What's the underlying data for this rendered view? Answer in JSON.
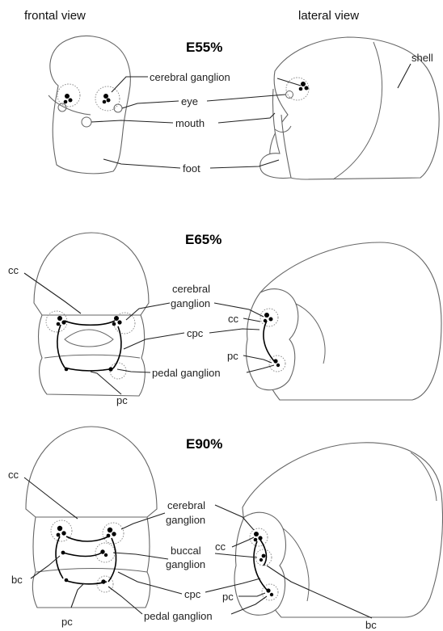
{
  "headers": {
    "frontal": "frontal view",
    "lateral": "lateral view"
  },
  "stages": [
    {
      "id": "E55%",
      "labels": {
        "cerebral_ganglion": "cerebral ganglion",
        "eye": "eye",
        "mouth": "mouth",
        "foot": "foot",
        "shell": "shell"
      }
    },
    {
      "id": "E65%",
      "labels": {
        "cc": "cc",
        "cerebral_ganglion_1": "cerebral",
        "cerebral_ganglion_2": "ganglion",
        "cpc": "cpc",
        "pedal_ganglion": "pedal ganglion",
        "pc_frontal": "pc",
        "cc_lateral": "cc",
        "pc_lateral": "pc"
      }
    },
    {
      "id": "E90%",
      "labels": {
        "cc": "cc",
        "cerebral_ganglion_1": "cerebral",
        "cerebral_ganglion_2": "ganglion",
        "buccal_ganglion_1": "buccal",
        "buccal_ganglion_2": "ganglion",
        "bc_frontal": "bc",
        "cpc": "cpc",
        "pc_frontal": "pc",
        "pedal_ganglion": "pedal ganglion",
        "cc_lateral": "cc",
        "pc_lateral": "pc",
        "bc_lateral": "bc"
      }
    }
  ]
}
